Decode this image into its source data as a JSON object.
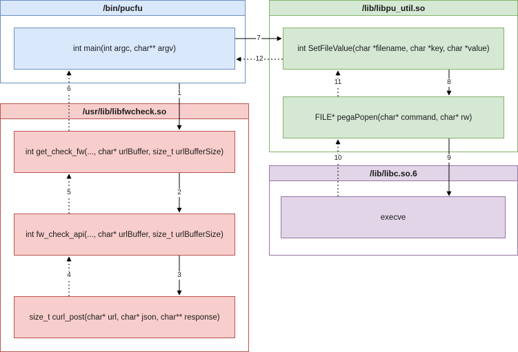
{
  "colors": {
    "blue_fill": "#dae8fc",
    "blue_stroke": "#6c8ebf",
    "green_fill": "#d5e8d4",
    "green_stroke": "#82b366",
    "red_fill": "#f8cecc",
    "red_stroke": "#b85450",
    "purple_fill": "#e1d5e7",
    "purple_stroke": "#9673a6",
    "edge": "#000000"
  },
  "containers": {
    "pucfu": {
      "title": "/bin/pucfu"
    },
    "libpu_util": {
      "title": "/lib/libpu_util.so"
    },
    "libfwcheck": {
      "title": "/usr/lib/libfwcheck.so"
    },
    "libc": {
      "title": "/lib/libc.so.6"
    }
  },
  "functions": {
    "main": "int main(int argc, char** argv)",
    "set_file_value": "int SetFileValue(char *filename, char *key, char *value)",
    "pega_popen": "FILE* pegaPopen(char* command, char* rw)",
    "get_check_fw": "int get_check_fw(..., char* urlBuffer, size_t urlBufferSize)",
    "fw_check_api": "int fw_check_api(..., char* urlBuffer, size_t urlBufferSize)",
    "curl_post": "size_t curl_post(char* url, char* json, char** response)",
    "execve": "execve"
  },
  "edges": {
    "e1": "1",
    "e2": "2",
    "e3": "3",
    "e4": "4",
    "e5": "5",
    "e6": "6",
    "e7": "7",
    "e8": "8",
    "e9": "9",
    "e10": "10",
    "e11": "11",
    "e12": "12"
  }
}
